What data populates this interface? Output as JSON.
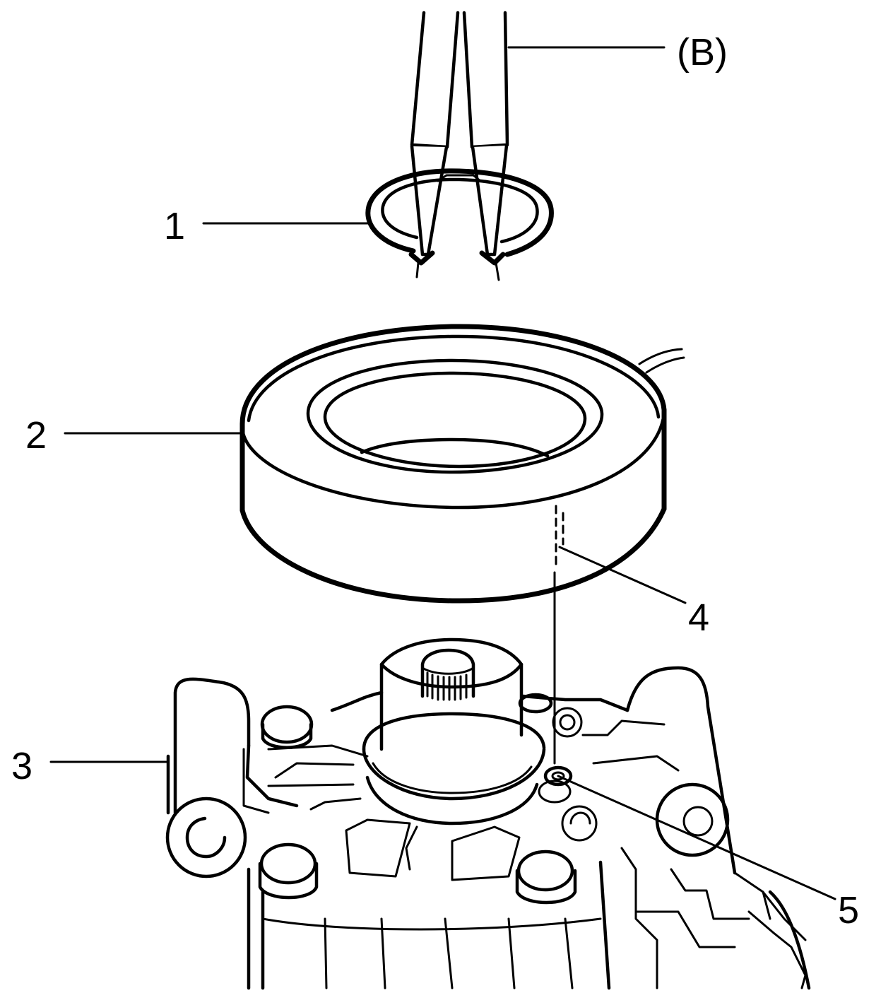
{
  "callouts": {
    "tool_b": "(B)",
    "item_1": "1",
    "item_2": "2",
    "item_3": "3",
    "item_4": "4",
    "item_5": "5"
  },
  "colors": {
    "line": "#000000",
    "background": "#ffffff"
  }
}
